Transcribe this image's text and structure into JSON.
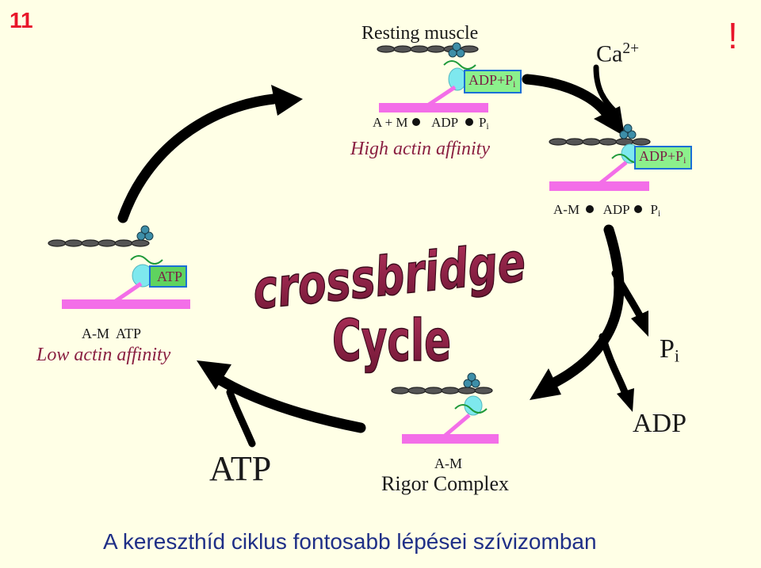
{
  "slide_number": "11",
  "exclamation": "!",
  "colors": {
    "background": "#ffffe6",
    "actin_pink": "#f36ee8",
    "myosin_head": "#7ee8ee",
    "box_green": "#8cf08c",
    "box_border": "#1a6fd6",
    "title_maroon": "#8a2042",
    "caption_blue": "#1f2f87",
    "alert_red": "#e8152a"
  },
  "title": {
    "line1": "crossbridge",
    "line2": "Cycle"
  },
  "states": {
    "resting": {
      "heading": "Resting muscle",
      "box_main": "ADP+P",
      "box_sub": "i",
      "formula": {
        "a": "A + M",
        "b": "ADP",
        "c": "P",
        "c_sub": "i"
      },
      "affinity": "High actin affinity"
    },
    "attached": {
      "calcium_main": "Ca",
      "calcium_sup": "2+",
      "box_main": "ADP+P",
      "box_sub": "i",
      "formula": {
        "a": "A-M",
        "b": "ADP",
        "c": "P",
        "c_sub": "i"
      }
    },
    "released": {
      "pi_main": "P",
      "pi_sub": "i",
      "adp": "ADP"
    },
    "rigor": {
      "formula": "A-M",
      "label": "Rigor Complex"
    },
    "atp_bound": {
      "box": "ATP",
      "formula": "A-M  ATP",
      "affinity": "Low actin affinity",
      "atp_in": "ATP"
    }
  },
  "caption": "A kereszthíd ciklus fontosabb lépései szívizomban"
}
